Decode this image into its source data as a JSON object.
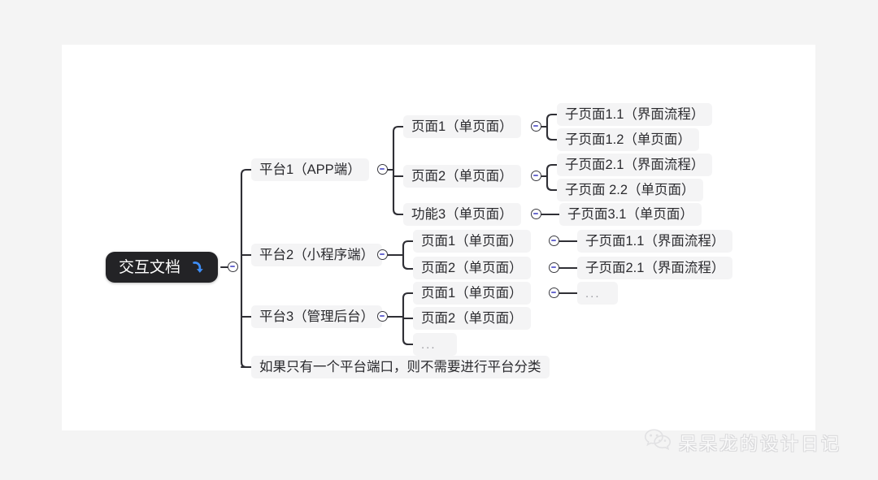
{
  "page": {
    "background_color": "#f4f4f4",
    "canvas_color": "#ffffff"
  },
  "theme": {
    "node_bg": "#f4f4f5",
    "node_text": "#2b2b2f",
    "root_bg": "#232326",
    "root_text": "#ffffff",
    "link_color": "#2f2f35",
    "toggle_minus_color": "#6a6ad0",
    "arrow_color": "#3e8ef7"
  },
  "mindmap": {
    "root": {
      "label": "交互文档",
      "icon": "curved-down-arrow-icon"
    },
    "branches": [
      {
        "label": "平台1（APP端）",
        "children": [
          {
            "label": "页面1（单页面）",
            "children": [
              {
                "label": "子页面1.1（界面流程）"
              },
              {
                "label": "子页面1.2（单页面）"
              }
            ]
          },
          {
            "label": "页面2（单页面）",
            "children": [
              {
                "label": "子页面2.1（界面流程）"
              },
              {
                "label": "子页面 2.2（单页面）"
              }
            ]
          },
          {
            "label": "功能3（单页面）",
            "children": [
              {
                "label": "子页面3.1（单页面）"
              }
            ]
          }
        ]
      },
      {
        "label": "平台2（小程序端）",
        "children": [
          {
            "label": "页面1（单页面）",
            "children": [
              {
                "label": "子页面1.1（界面流程）"
              }
            ]
          },
          {
            "label": "页面2（单页面）",
            "children": [
              {
                "label": "子页面2.1（界面流程）"
              }
            ]
          }
        ]
      },
      {
        "label": "平台3（管理后台）",
        "children": [
          {
            "label": "页面1（单页面）",
            "children": [
              {
                "label": "..."
              }
            ]
          },
          {
            "label": "页面2（单页面）"
          },
          {
            "label": "..."
          }
        ]
      },
      {
        "label": "如果只有一个平台端口，则不需要进行平台分类"
      }
    ]
  },
  "watermark": {
    "icon": "wechat-icon",
    "text": "呆呆龙的设计日记"
  }
}
